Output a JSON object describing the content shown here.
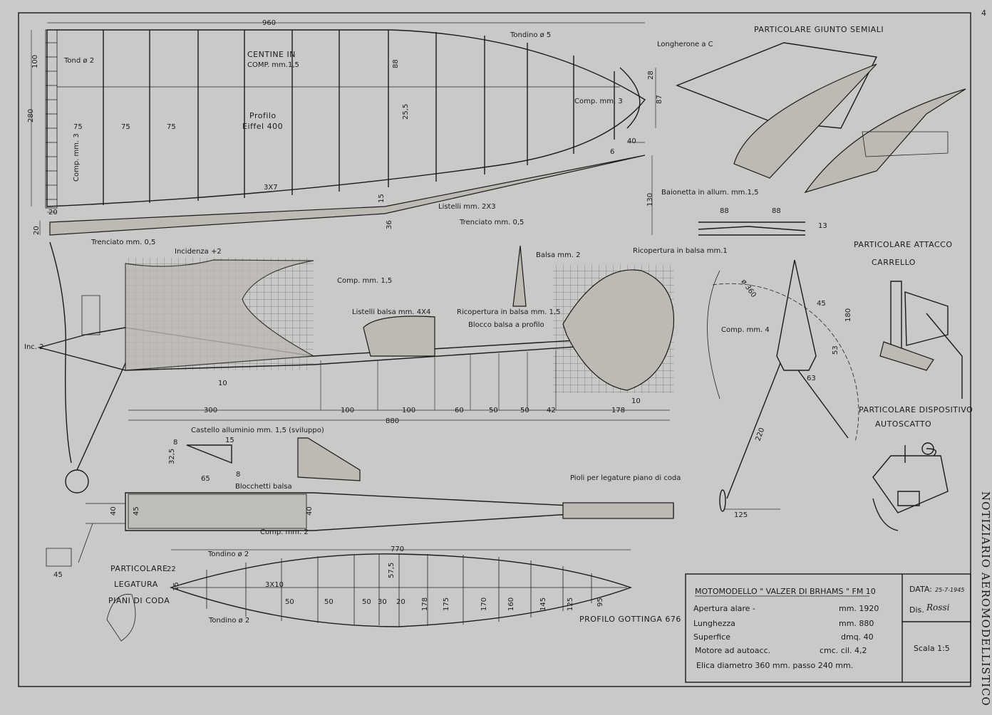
{
  "page_number": "4",
  "side_title": "NOTIZIARIO AEROMODELLISTICO",
  "wing": [
    "960",
    "Tondino ø 5",
    "Longherone a C",
    "Tond ø 2",
    "100",
    "CENTINE IN",
    "COMP. mm.1,5",
    "88",
    "28",
    "87",
    "Comp. mm. 3",
    "280",
    "Profilo",
    "Eiffel 400",
    "25,5",
    "75",
    "75",
    "75",
    "40",
    "Comp. mm. 3",
    "6",
    "3X7",
    "Listelli mm. 2X3",
    "15",
    "130",
    "20",
    "20",
    "36",
    "Trenciato mm. 0,5",
    "Trenciato mm. 0,5"
  ],
  "joint_detail": [
    "PARTICOLARE GIUNTO SEMIALI",
    "Baionetta in allum. mm.1,5",
    "88",
    "88",
    "13"
  ],
  "landing_gear_detail": [
    "PARTICOLARE ATTACCO",
    "CARRELLO"
  ],
  "autoscatto_detail": [
    "PARTICOLARE DISPOSITIVO",
    "AUTOSCATTO"
  ],
  "fuselage": [
    "Incidenza +2",
    "Balsa mm. 2",
    "Ricopertura in balsa mm.1",
    "Comp. mm. 1,5",
    "Listelli balsa mm. 4X4",
    "Ricopertura in balsa mm. 1,5",
    "Blocco balsa a profilo",
    "Inc. 2",
    "10",
    "300",
    "100",
    "100",
    "60",
    "50",
    "50",
    "42",
    "178",
    "10",
    "880"
  ],
  "engine_mount": [
    "Castello alluminio mm. 1,5 (sviluppo)",
    "15",
    "8",
    "32,5",
    "8",
    "65"
  ],
  "front_view": [
    "ø 360",
    "45",
    "180",
    "Comp. mm. 4",
    "53",
    "63",
    "220",
    "125"
  ],
  "fuselage_top": [
    "Blocchetti balsa",
    "Pioli per legature piano di coda",
    "40",
    "45",
    "40",
    "Comp. mm. 2"
  ],
  "tail_binding_detail": [
    "PARTICOLARE",
    "LEGATURA",
    "PIANI DI CODA",
    "45"
  ],
  "stabilizer": [
    "770",
    "Tondino ø 2",
    "22",
    "15",
    "57,5",
    "3X10",
    "50",
    "50",
    "50",
    "30",
    "20",
    "178",
    "175",
    "170",
    "160",
    "145",
    "125",
    "95",
    "Tondino ø 2",
    "PROFILO GOTTINGA 676"
  ],
  "title_block": {
    "title": "MOTOMODELLO \" VALZER DI BRHAMS \" FM 10",
    "rows": [
      {
        "label": "Apertura alare -",
        "value": "mm. 1920"
      },
      {
        "label": "Lunghezza",
        "value": "mm. 880"
      },
      {
        "label": "Superfice",
        "value": "dmq. 40"
      },
      {
        "label": "Motore ad autoacc.",
        "value": "cmc. cil. 4,2"
      }
    ],
    "propeller": "Elica diametro 360 mm. passo 240 mm.",
    "date_label": "DATA:",
    "date_value": "25-7-1945",
    "drawn_label": "Dis.",
    "signature": "Rossi",
    "scale": "Scala 1:5"
  }
}
